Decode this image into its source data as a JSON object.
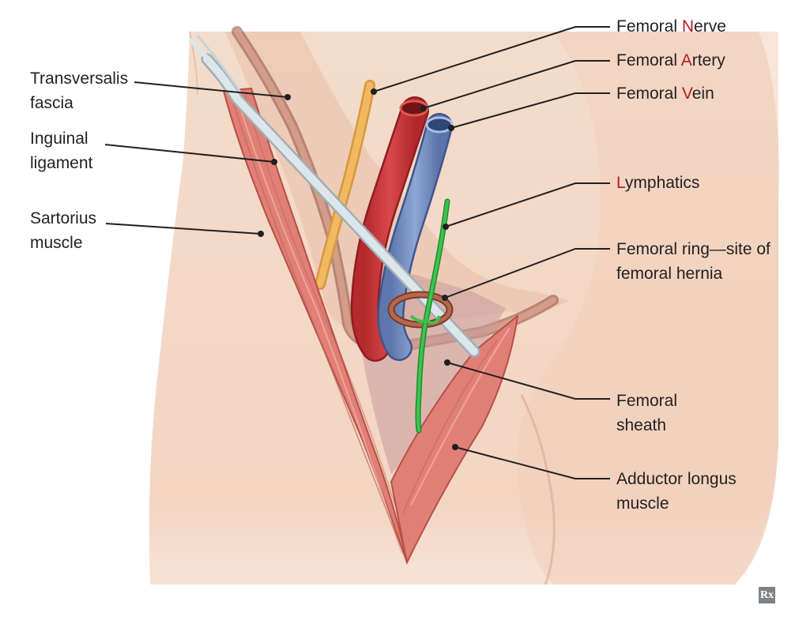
{
  "labels": {
    "transversalis": {
      "line1": "Transversalis",
      "line2": "fascia"
    },
    "inguinal": {
      "line1": "Inguinal",
      "line2": "ligament"
    },
    "sartorius": {
      "line1": "Sartorius",
      "line2": "muscle"
    },
    "nerve": {
      "pre": "Femoral ",
      "hl": "N",
      "post": "erve"
    },
    "artery": {
      "pre": "Femoral ",
      "hl": "A",
      "post": "rtery"
    },
    "vein": {
      "pre": "Femoral ",
      "hl": "V",
      "post": "ein"
    },
    "lymphatics": {
      "pre": "",
      "hl": "L",
      "post": "ymphatics"
    },
    "femoral_ring": {
      "line1": "Femoral ring—site of",
      "line2": "femoral hernia"
    },
    "femoral_sheath": {
      "line1": "Femoral",
      "line2": "sheath"
    },
    "adductor": {
      "line1": "Adductor longus",
      "line2": "muscle"
    }
  },
  "mnemonic_color": "#b31b23",
  "logo": "Rx"
}
